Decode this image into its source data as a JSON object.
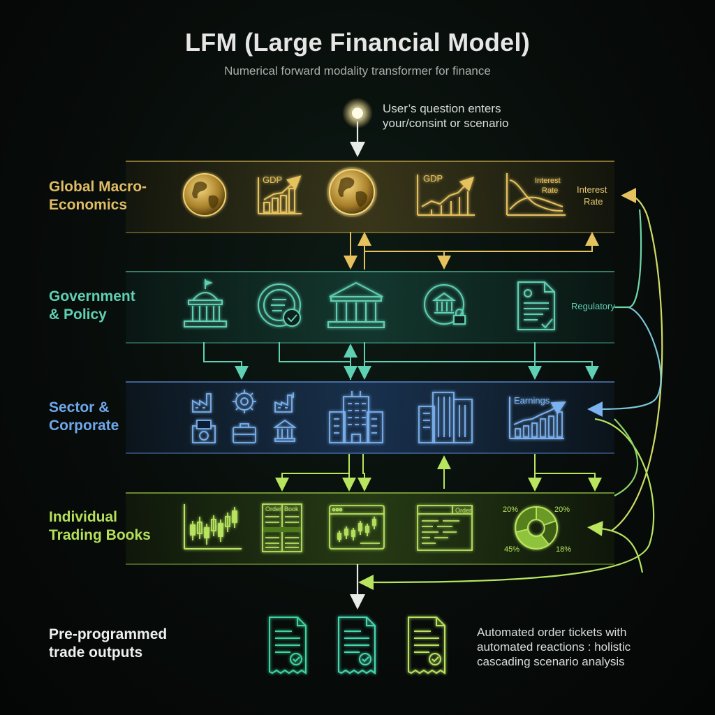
{
  "title": "LFM (Large Financial Model)",
  "subtitle": "Numerical forward modality transformer for finance",
  "input_note": {
    "line1": "User’s question enters",
    "line2": "your/consint or scenario"
  },
  "layers": {
    "macro": {
      "label_line1": "Global Macro-",
      "label_line2": "Economics",
      "color": "#e0bd64"
    },
    "gov": {
      "label_line1": "Government",
      "label_line2": "& Policy",
      "color": "#5fd0b3"
    },
    "sector": {
      "label_line1": "Sector &",
      "label_line2": "Corporate",
      "color": "#6ea8ec"
    },
    "trading": {
      "label_line1": "Individual",
      "label_line2": "Trading Books",
      "color": "#b4e05a"
    },
    "output": {
      "label_line1": "Pre-programmed",
      "label_line2": "trade outputs"
    }
  },
  "icon_text": {
    "gdp1": "GDP",
    "gdp2": "GDP",
    "interest_rate_chart_line1": "Interest",
    "interest_rate_chart_line2": "Rate",
    "interest_rate_tag_line1": "Interest",
    "interest_rate_tag_line2": "Rate",
    "regulatory": "Regulatory",
    "earnings": "Earnings",
    "order_book_col1": "Order",
    "order_book_col2": "Book",
    "order_tab": "Order",
    "pie_pct_tl": "20%",
    "pie_pct_tr": "20%",
    "pie_pct_bl": "45%",
    "pie_pct_br": "18%"
  },
  "output_note": {
    "line1": "Automated order tickets with",
    "line2": "automated reactions : holistic",
    "line3": "cascading scenario analysis"
  },
  "colors": {
    "gold": "#e0bd64",
    "teal": "#5fd0b3",
    "blue": "#6ea8ec",
    "lime": "#b4e05a",
    "background": "#070b09"
  }
}
